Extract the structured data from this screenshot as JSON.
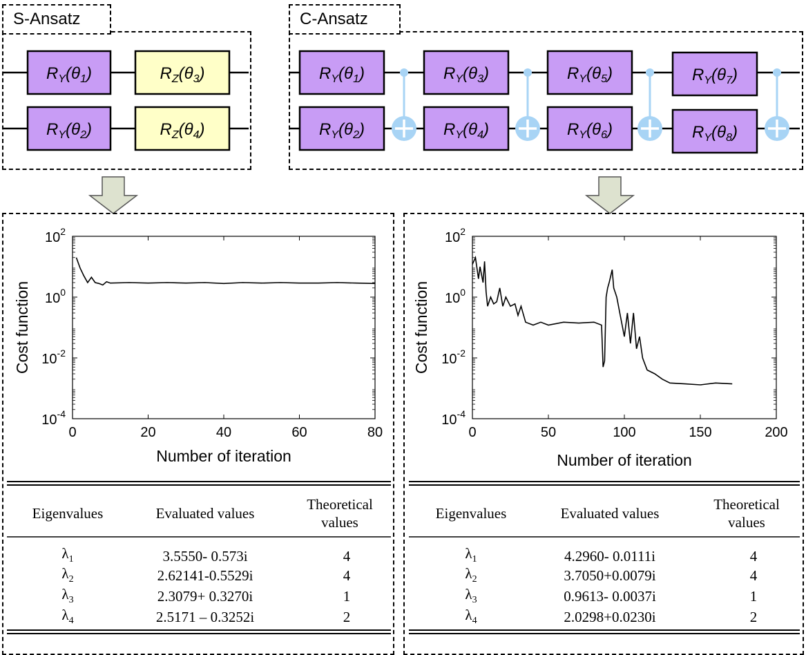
{
  "s_ansatz": {
    "label": "S-Ansatz",
    "gates": [
      {
        "type": "RY",
        "theta": "1",
        "color": "#c89cf5"
      },
      {
        "type": "RZ",
        "theta": "3",
        "color": "#ffffc8"
      },
      {
        "type": "RY",
        "theta": "2",
        "color": "#c89cf5"
      },
      {
        "type": "RZ",
        "theta": "4",
        "color": "#ffffc8"
      }
    ]
  },
  "c_ansatz": {
    "label": "C-Ansatz",
    "gates": [
      {
        "type": "RY",
        "theta": "1"
      },
      {
        "type": "RY",
        "theta": "2"
      },
      {
        "type": "RY",
        "theta": "3"
      },
      {
        "type": "RY",
        "theta": "4"
      },
      {
        "type": "RY",
        "theta": "5"
      },
      {
        "type": "RY",
        "theta": "6"
      },
      {
        "type": "RY",
        "theta": "7"
      },
      {
        "type": "RY",
        "theta": "8"
      }
    ]
  },
  "colors": {
    "ry_gate": "#c89cf5",
    "rz_gate": "#ffffc8",
    "cnot": "#a8d4f5",
    "arrow": "#dde2cf"
  },
  "chart_data": [
    {
      "type": "line",
      "xlabel": "Number of iteration",
      "ylabel": "Cost function",
      "xlim": [
        0,
        80
      ],
      "ylim": [
        0.0001,
        100
      ],
      "yscale": "log",
      "xticks": [
        "0",
        "20",
        "40",
        "60",
        "80"
      ],
      "yticks": [
        {
          "base": "10",
          "exp": "2"
        },
        {
          "base": "10",
          "exp": "0"
        },
        {
          "base": "10",
          "exp": "-2"
        },
        {
          "base": "10",
          "exp": "-4"
        }
      ],
      "series": [
        {
          "x": [
            1,
            2,
            3,
            4,
            5,
            6,
            7,
            8,
            9,
            10,
            15,
            20,
            25,
            30,
            35,
            40,
            45,
            50,
            55,
            60,
            65,
            70,
            75,
            80
          ],
          "y": [
            20,
            9,
            5,
            3,
            4.5,
            3,
            2.8,
            2.5,
            3.2,
            2.9,
            3,
            2.9,
            3,
            2.9,
            3,
            2.8,
            3,
            2.9,
            3,
            2.9,
            2.9,
            3,
            2.9,
            2.8
          ]
        }
      ]
    },
    {
      "type": "line",
      "xlabel": "Number of iteration",
      "ylabel": "Cost function",
      "xlim": [
        0,
        200
      ],
      "ylim": [
        0.0001,
        100
      ],
      "yscale": "log",
      "xticks": [
        "0",
        "50",
        "100",
        "150",
        "200"
      ],
      "yticks": [
        {
          "base": "10",
          "exp": "2"
        },
        {
          "base": "10",
          "exp": "0"
        },
        {
          "base": "10",
          "exp": "-2"
        },
        {
          "base": "10",
          "exp": "-4"
        }
      ],
      "series": [
        {
          "x": [
            0,
            2,
            4,
            5,
            7,
            8,
            9,
            10,
            12,
            14,
            16,
            18,
            20,
            22,
            25,
            28,
            30,
            32,
            35,
            40,
            45,
            50,
            60,
            70,
            80,
            85,
            86,
            87,
            88,
            89,
            90,
            92,
            93,
            95,
            97,
            100,
            102,
            104,
            106,
            108,
            110,
            112,
            115,
            120,
            125,
            130,
            140,
            150,
            160,
            171
          ],
          "y": [
            12,
            20,
            4,
            10,
            3,
            15,
            1.5,
            0.5,
            1,
            0.6,
            0.7,
            2,
            0.5,
            1,
            0.5,
            0.6,
            0.25,
            0.5,
            0.15,
            0.12,
            0.15,
            0.12,
            0.15,
            0.14,
            0.15,
            0.12,
            0.005,
            0.008,
            1,
            2,
            3,
            8,
            2,
            1,
            0.3,
            0.05,
            0.3,
            0.03,
            0.3,
            0.02,
            0.05,
            0.01,
            0.004,
            0.003,
            0.002,
            0.0015,
            0.0014,
            0.0013,
            0.0015,
            0.0014
          ]
        }
      ]
    }
  ],
  "tables": {
    "headers": {
      "eig": "Eigenvalues",
      "eval": "Evaluated values",
      "theo": "Theoretical values"
    },
    "left": {
      "rows": [
        {
          "lambda_sub": "1",
          "eval": "3.5550- 0.573i",
          "theo": "4"
        },
        {
          "lambda_sub": "2",
          "eval": "2.62141-0.5529i",
          "theo": "4"
        },
        {
          "lambda_sub": "3",
          "eval": "2.3079+ 0.3270i",
          "theo": "1"
        },
        {
          "lambda_sub": "4",
          "eval": "2.5171 – 0.3252i",
          "theo": "2"
        }
      ]
    },
    "right": {
      "rows": [
        {
          "lambda_sub": "1",
          "eval": "4.2960- 0.0111i",
          "theo": "4"
        },
        {
          "lambda_sub": "2",
          "eval": "3.7050+0.0079i",
          "theo": "4"
        },
        {
          "lambda_sub": "3",
          "eval": "0.9613- 0.0037i",
          "theo": "1"
        },
        {
          "lambda_sub": "4",
          "eval": "2.0298+0.0230i",
          "theo": "2"
        }
      ]
    }
  }
}
